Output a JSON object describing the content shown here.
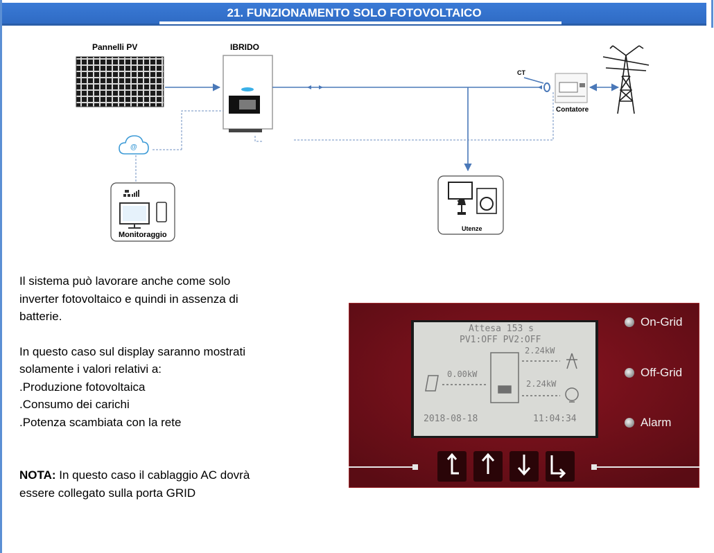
{
  "title": "21. FUNZIONAMENTO SOLO FOTOVOLTAICO",
  "diagram": {
    "pv_label": "Pannelli PV",
    "inverter_label": "IBRIDO",
    "ct_label": "CT",
    "meter_label": "Contatore",
    "monitoring_label": "Monitoraggio",
    "loads_label": "Utenze",
    "cloud_symbol": "@",
    "icons": [
      "solar-panel-icon",
      "inverter-icon",
      "cloud-icon",
      "meter-icon",
      "pylon-icon",
      "monitor-icon",
      "phone-icon",
      "tv-icon",
      "washer-icon",
      "lamp-icon"
    ]
  },
  "body": {
    "intro": [
      "Il sistema può lavorare anche come solo",
      "inverter fotovoltaico e quindi in assenza di",
      "batterie."
    ],
    "shown_intro": [
      "In questo caso sul display saranno mostrati",
      "solamente i valori relativi a:"
    ],
    "items": [
      ".Produzione fotovoltaica",
      ".Consumo dei carichi",
      ".Potenza scambiata con la rete"
    ],
    "note_label": "NOTA:",
    "note_text": [
      " In questo caso il cablaggio AC dovrà",
      "essere collegato sulla porta GRID"
    ]
  },
  "display": {
    "line1": "Attesa 153 s",
    "line2": "PV1:OFF PV2:OFF",
    "pv_power": "0.00kW",
    "grid_power": "2.24kW",
    "load_power": "2.24kW",
    "date": "2018-08-18",
    "time": "11:04:34",
    "leds": [
      "On-Grid",
      "Off-Grid",
      "Alarm"
    ],
    "buttons": [
      "esc-icon",
      "up-icon",
      "down-icon",
      "enter-icon"
    ]
  }
}
